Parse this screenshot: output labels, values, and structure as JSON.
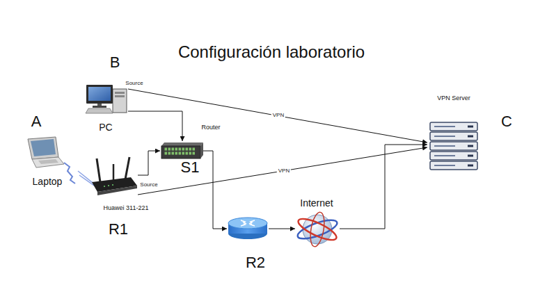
{
  "diagram": {
    "title": "Configuración laboratorio",
    "nodes": [
      {
        "text": [
          "B",
          "PC"
        ]
      },
      {
        "text": [
          "A",
          "Laptop"
        ]
      },
      {
        "text": [
          "Router",
          "S1"
        ]
      },
      {
        "text": [
          "Huawei 311-221",
          "R1"
        ]
      },
      {
        "text": [
          "R2"
        ]
      },
      {
        "text": [
          "Internet"
        ]
      },
      {
        "text": [
          "VPN Server",
          "C"
        ]
      }
    ],
    "edges": [
      {
        "from": 0,
        "to": 2,
        "arrow": "to"
      },
      {
        "from": 0,
        "to": 6,
        "label": "VPN",
        "arrow": "to"
      },
      {
        "from": 1,
        "to": 3,
        "arrow": "none"
      },
      {
        "from": 3,
        "to": 2,
        "arrow": "to"
      },
      {
        "from": 3,
        "to": 6,
        "label": "VPN",
        "arrow": "to"
      },
      {
        "from": 2,
        "to": 4,
        "arrow": "to"
      },
      {
        "from": 4,
        "to": 5,
        "arrow": "to"
      },
      {
        "from": 5,
        "to": 6,
        "arrow": "to"
      }
    ],
    "labels": [
      "Source",
      "Source"
    ]
  }
}
